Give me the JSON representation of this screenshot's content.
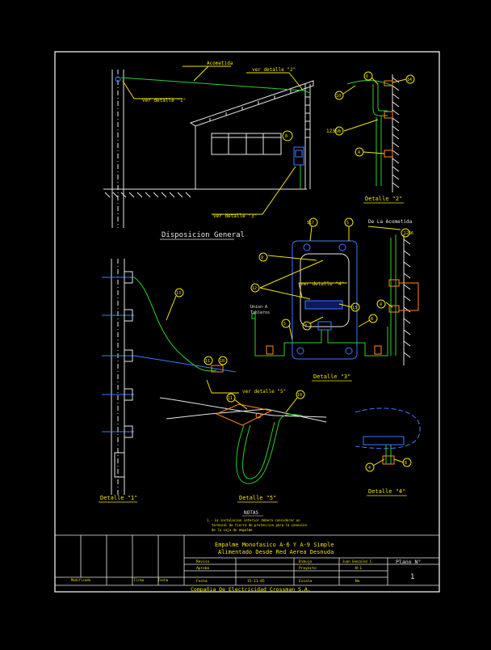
{
  "colors": {
    "background": "#000000",
    "frame": "#ffffff",
    "line_white": "#e8e8e8",
    "line_green": "#2fd02f",
    "line_yellow": "#f2e600",
    "line_blue": "#3c7bff",
    "line_orange": "#ff8a1e",
    "line_cyan": "#34d4e0",
    "line_red": "#e03030"
  },
  "labels": {
    "acometida": "Acometida",
    "ver_detalle_2": "ver detalle \"2\"",
    "ver_detalle_1": "ver detalle \"1\"",
    "ver_detalle_3": "ver detalle \"3\"",
    "ver_detalle_4": "ver detalle \"4\"",
    "ver_detalle_5": "ver detalle \"5\"",
    "disposicion_general": "Disposicion General",
    "detalle_1": "Detalle \"1\"",
    "detalle_2": "Detalle \"2\"",
    "detalle_3": "Detalle \"3\"",
    "detalle_4": "Detalle \"4\"",
    "detalle_5": "Detalle \"5\"",
    "de_la_acometida": "De La Acometida",
    "union_a_tableros_1": "Union A",
    "union_a_tableros_2": "Tableros"
  },
  "callouts": {
    "n6": "6",
    "n14": "14",
    "n10": "10",
    "n12356": "12356",
    "n4": "4",
    "n4b": "4",
    "n8": "8",
    "n9": "9",
    "n12": "12",
    "n7": "7",
    "n5": "5",
    "n517": "517",
    "n13": "13",
    "n11": "11",
    "n10b": "10",
    "n11b": "11",
    "n1236": "1236"
  },
  "notes": {
    "title": "NOTAS",
    "line1": "1.- La instalacion interior debera considerar un",
    "line2": "terminal de tierra de proteccion para la conexion",
    "line3": "de la caja de empalme"
  },
  "title_block": {
    "title_line1": "Empalme Monofasico A-6 Y A-9 Simple",
    "title_line2": "Alimentado Desde Red Aerea Desnuda",
    "revisa_label": "Reviso",
    "aprobo_label": "Aprobo",
    "fecha_label": "Fecha",
    "fecha_value": "15-11-05",
    "dibujo_label": "Dibujo",
    "dibujo_value": "Juan Gonzalez C.",
    "proyecto_label": "Proyecto",
    "proyecto_value": "N-1",
    "escala_label": "Escala",
    "escala_value": "No",
    "plano_label": "Plano N°",
    "plano_value": "1",
    "modificado_label": "Modificado",
    "firma_label": "Firma",
    "fecha2_label": "Fecha",
    "company": "Compañia De Electricidad Crossman S.A."
  }
}
